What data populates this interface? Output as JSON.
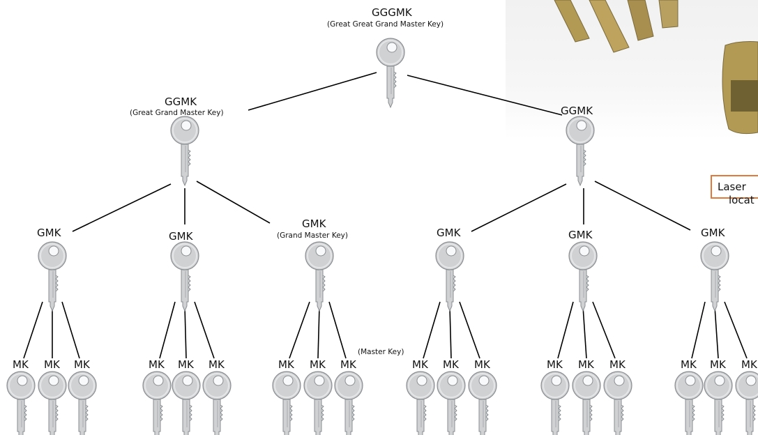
{
  "root": {
    "label": "GGGMK",
    "sublabel": "(Great Great Grand Master Key)"
  },
  "ggmk_left": {
    "label": "GGMK",
    "sublabel": "(Great Grand Master Key)"
  },
  "ggmk_right": {
    "label": "GGMK"
  },
  "gmk": [
    {
      "label": "GMK"
    },
    {
      "label": "GMK"
    },
    {
      "label": "GMK",
      "sublabel": "(Grand Master Key)"
    },
    {
      "label": "GMK"
    },
    {
      "label": "GMK"
    },
    {
      "label": "GMK"
    }
  ],
  "mk_label": "MK",
  "mk_sublabel": "(Master Key)",
  "callout": {
    "line1": "Laser",
    "line2": "locat"
  },
  "colors": {
    "key_fill": "#cfd1d3",
    "key_stroke": "#8a8d90",
    "line": "#000000",
    "callout_border": "#e07a3c",
    "brass": "#b29a55"
  }
}
